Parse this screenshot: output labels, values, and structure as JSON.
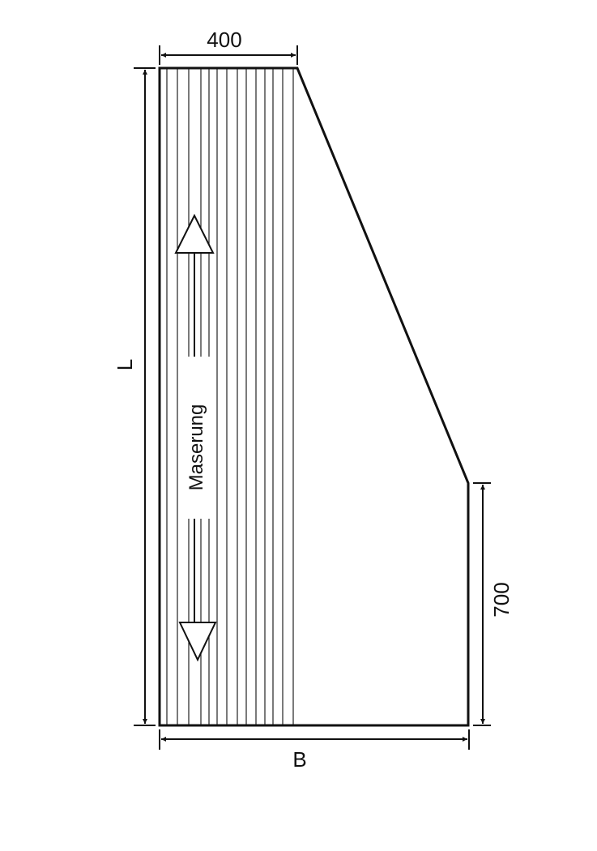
{
  "diagram": {
    "dimensions": {
      "top_width": "400",
      "length": "L",
      "right_height": "700",
      "bottom_width": "B"
    },
    "grain_label": "Maserung",
    "colors": {
      "line": "#111111",
      "background": "#ffffff"
    }
  }
}
